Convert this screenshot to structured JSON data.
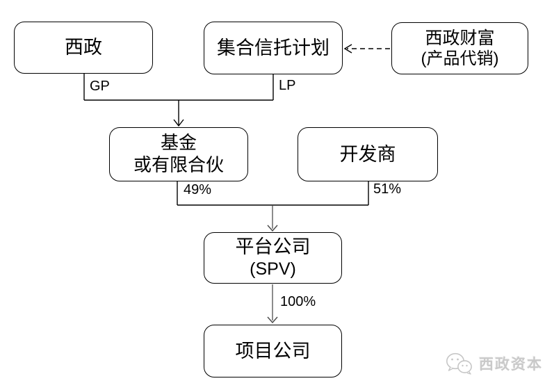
{
  "diagram": {
    "background_color": "#ffffff",
    "line_color": "#000000",
    "gray_arrow_color": "#6f6f6f",
    "nodes": {
      "xizheng": {
        "label": "西政"
      },
      "trust": {
        "label": "集合信托计划"
      },
      "wealth": {
        "line1": "西政财富",
        "line2": "(产品代销)"
      },
      "fund": {
        "line1": "基金",
        "line2": "或有限合伙"
      },
      "developer": {
        "label": "开发商"
      },
      "spv": {
        "line1": "平台公司",
        "line2": "(SPV)"
      },
      "project": {
        "label": "项目公司"
      }
    },
    "edge_labels": {
      "gp": "GP",
      "lp": "LP",
      "fund_share": "49%",
      "developer_share": "51%",
      "spv_share": "100%"
    }
  },
  "watermark": {
    "icon": "wechat-icon",
    "text": "西政资本",
    "color": "#c9c9c9"
  }
}
